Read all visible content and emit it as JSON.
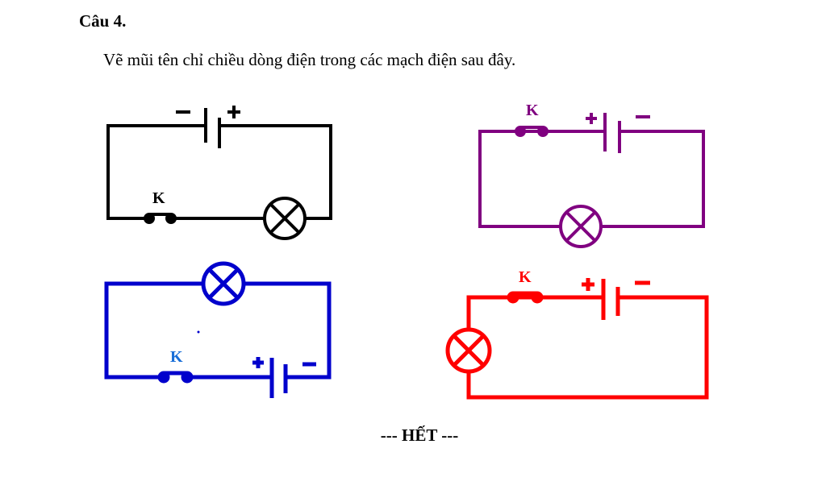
{
  "question": {
    "title": "Câu 4.",
    "instruction": "Vẽ mũi tên chỉ chiều dòng điện trong các mạch điện sau đây."
  },
  "circuits": [
    {
      "id": "circuit-1",
      "color": "#000000",
      "switch_label": "K"
    },
    {
      "id": "circuit-2",
      "color": "#800080",
      "switch_label": "K"
    },
    {
      "id": "circuit-3",
      "color": "#0000cc",
      "switch_label": "K"
    },
    {
      "id": "circuit-4",
      "color": "#ff0000",
      "switch_label": "K"
    }
  ],
  "footer": {
    "end_text": "--- HẾT ---"
  }
}
